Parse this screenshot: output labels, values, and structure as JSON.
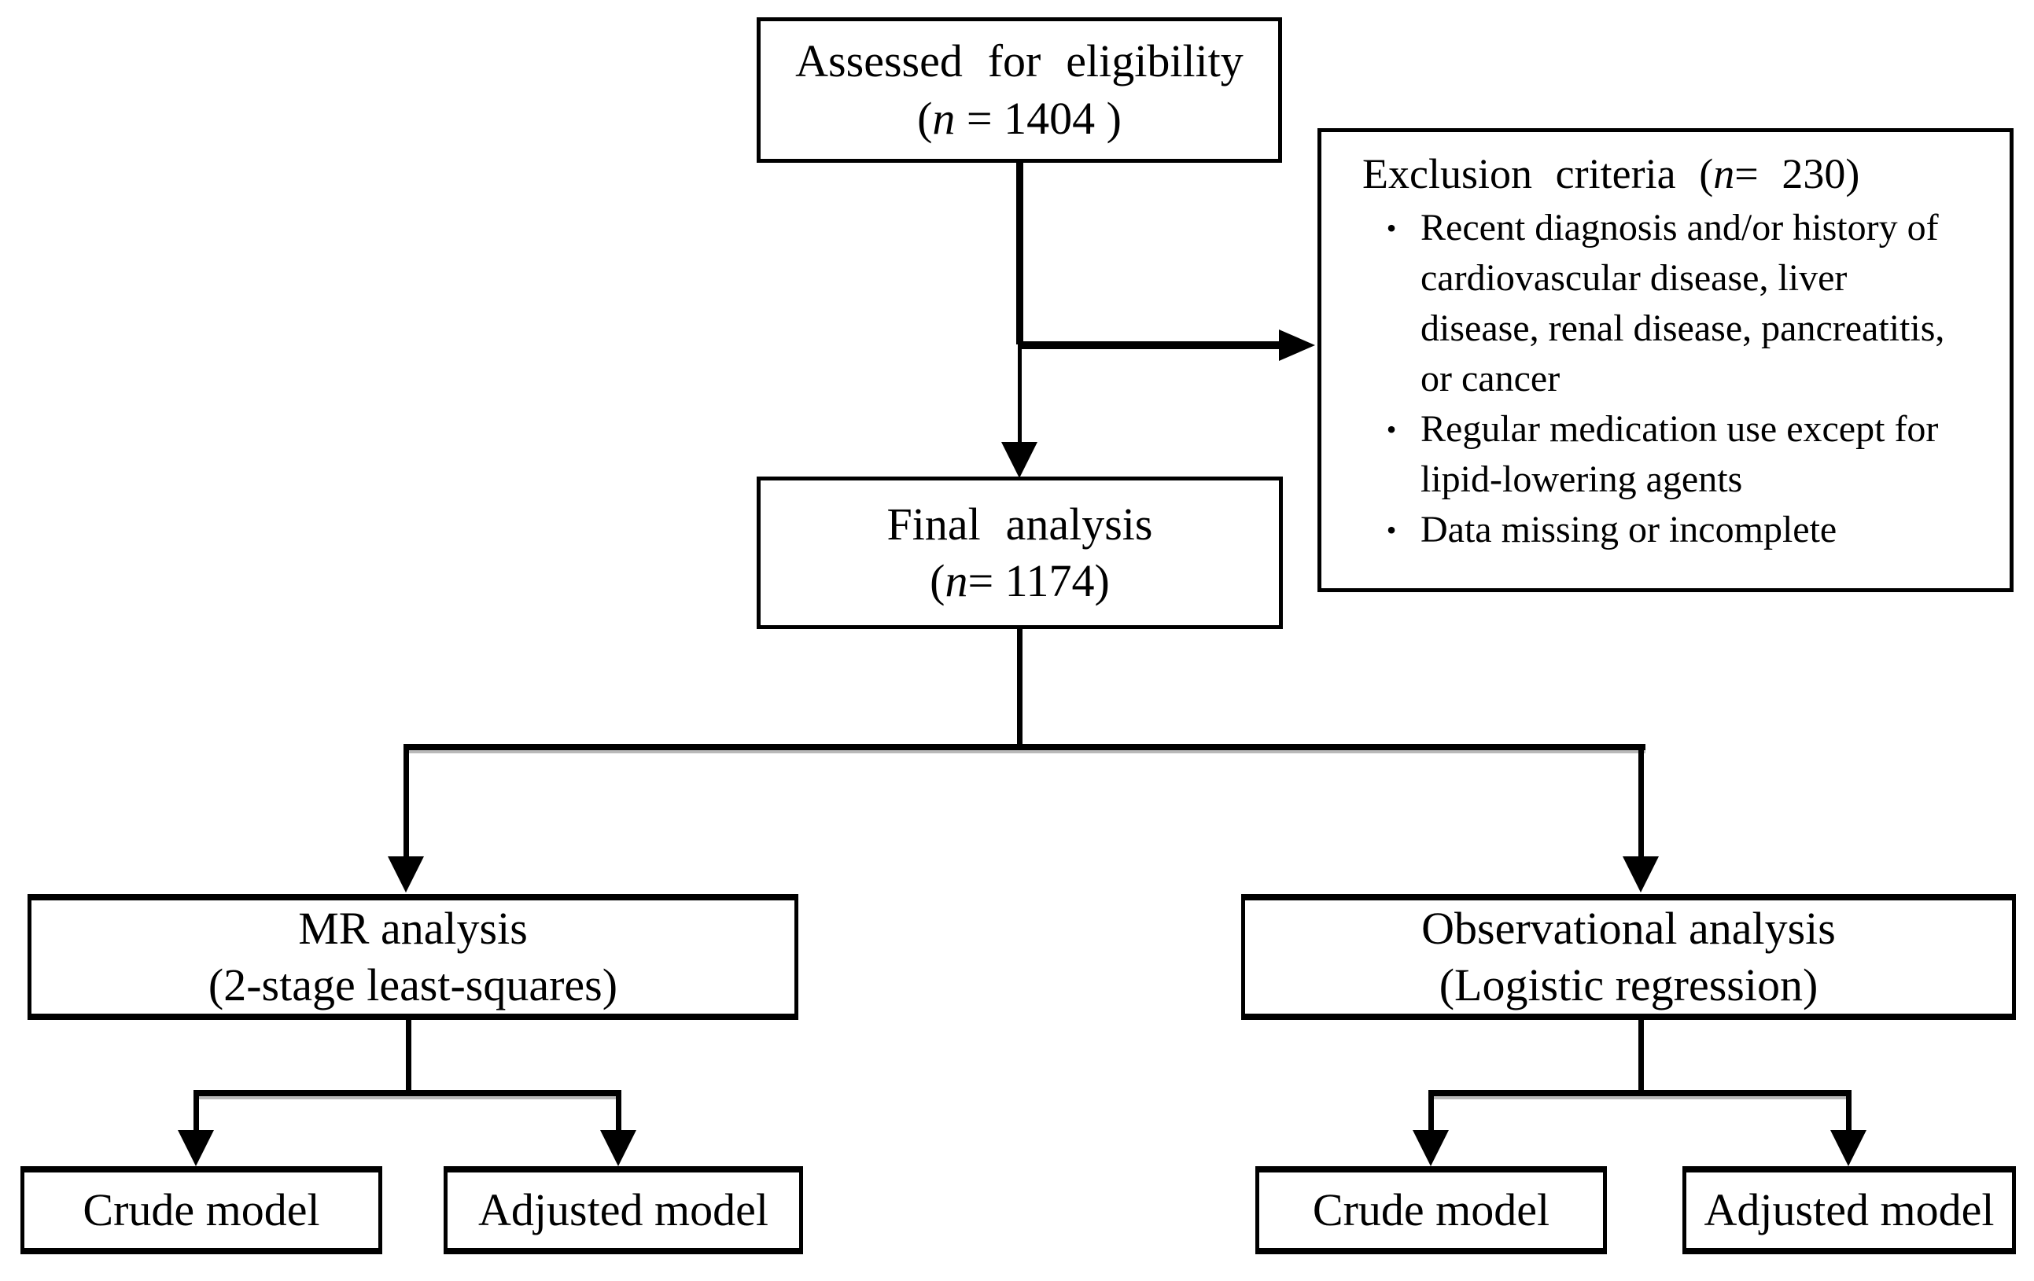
{
  "colors": {
    "line": "#000000",
    "text": "#000000",
    "background": "#ffffff",
    "connector_antialias": "#b9b9b9"
  },
  "nodes": {
    "assessed": {
      "title": "Assessed for eligibility",
      "count_open": "(",
      "count_n": "n",
      "count_rest": " = 1404 )"
    },
    "exclusion": {
      "title": "Exclusion criteria",
      "count_open": "(",
      "count_n": "n",
      "count_rest": "= 230)",
      "bullet_glyph": "•",
      "bullets": [
        "Recent diagnosis and/or history of cardiovascular disease, liver disease, renal disease, pancreatitis, or cancer",
        "Regular medication use except for lipid-lowering agents",
        "Data missing or incomplete"
      ]
    },
    "final": {
      "title": "Final analysis",
      "count_open": "(",
      "count_n": "n",
      "count_rest": "= 1174)"
    },
    "mr": {
      "title": "MR analysis",
      "subtitle": "(2-stage least-squares)"
    },
    "observational": {
      "title": "Observational analysis",
      "subtitle": "(Logistic regression)"
    },
    "mr_crude": {
      "label": "Crude model"
    },
    "mr_adjusted": {
      "label": "Adjusted model"
    },
    "obs_crude": {
      "label": "Crude model"
    },
    "obs_adjusted": {
      "label": "Adjusted model"
    }
  }
}
